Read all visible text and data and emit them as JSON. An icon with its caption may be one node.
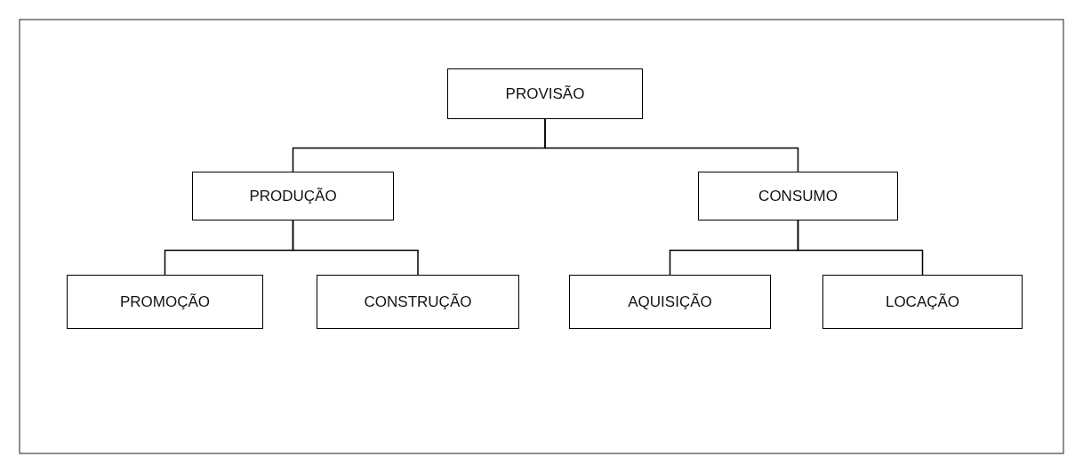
{
  "diagram": {
    "nodes": [
      {
        "text": [
          "PROVISÃO"
        ]
      },
      {
        "text": [
          "PRODUÇÃO"
        ]
      },
      {
        "text": [
          "CONSUMO"
        ]
      },
      {
        "text": [
          "PROMOÇÃO"
        ]
      },
      {
        "text": [
          "CONSTRUÇÃO"
        ]
      },
      {
        "text": [
          "AQUISIÇÃO"
        ]
      },
      {
        "text": [
          "LOCAÇÃO"
        ]
      }
    ],
    "edges": [
      {
        "from": 0,
        "to": 1,
        "arrow": "none"
      },
      {
        "from": 0,
        "to": 2,
        "arrow": "none"
      },
      {
        "from": 1,
        "to": 3,
        "arrow": "none"
      },
      {
        "from": 1,
        "to": 4,
        "arrow": "none"
      },
      {
        "from": 2,
        "to": 5,
        "arrow": "none"
      },
      {
        "from": 2,
        "to": 6,
        "arrow": "none"
      }
    ]
  }
}
